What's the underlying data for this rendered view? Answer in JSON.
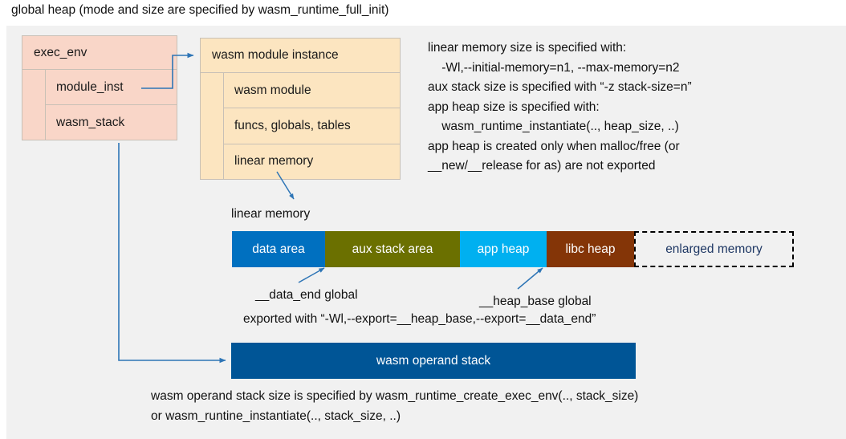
{
  "title": "global heap (mode and size are specified by wasm_runtime_full_init)",
  "exec_env": {
    "header": "exec_env",
    "rows": [
      {
        "label": "module_inst"
      },
      {
        "label": "wasm_stack"
      }
    ]
  },
  "module_instance": {
    "header": "wasm module instance",
    "rows": [
      {
        "label": "wasm module"
      },
      {
        "label": "funcs, globals, tables"
      },
      {
        "label": "linear memory"
      }
    ]
  },
  "notes": "linear memory size is specified with:\n    -Wl,--initial-memory=n1, --max-memory=n2\naux stack size is specified with “-z stack-size=n”\napp heap size is specified with:\n    wasm_runtime_instantiate(.., heap_size, ..)\napp heap is created only when malloc/free (or\n__new/__release for as) are not exported",
  "linear_memory": {
    "caption": "linear memory",
    "segments": [
      {
        "label": "data area",
        "color": "#0070c0",
        "width": 116
      },
      {
        "label": "aux stack area",
        "color": "#6b7000",
        "width": 168
      },
      {
        "label": "app heap",
        "color": "#00b0f0",
        "width": 108
      },
      {
        "label": "libc heap",
        "color": "#843507",
        "width": 109
      },
      {
        "label": "enlarged memory",
        "color": "#f1f1f1",
        "width": 199
      }
    ]
  },
  "annotations": {
    "data_end": "__data_end global",
    "heap_base": "__heap_base global",
    "exported": "exported with “-Wl,--export=__heap_base,--export=__data_end”"
  },
  "operand_stack": {
    "label": "wasm operand stack",
    "notes": "wasm operand stack size is specified by wasm_runtime_create_exec_env(.., stack_size)\nor wasm_runtine_instantiate(.., stack_size, ..)"
  },
  "colors": {
    "panel_bg": "#f1f1f1",
    "exec_env_fill": "#f9d6c8",
    "module_fill": "#fce5c0",
    "connector": "#2e75b6",
    "operand_stack_fill": "#005596",
    "enlarged_text": "#1f3864"
  }
}
